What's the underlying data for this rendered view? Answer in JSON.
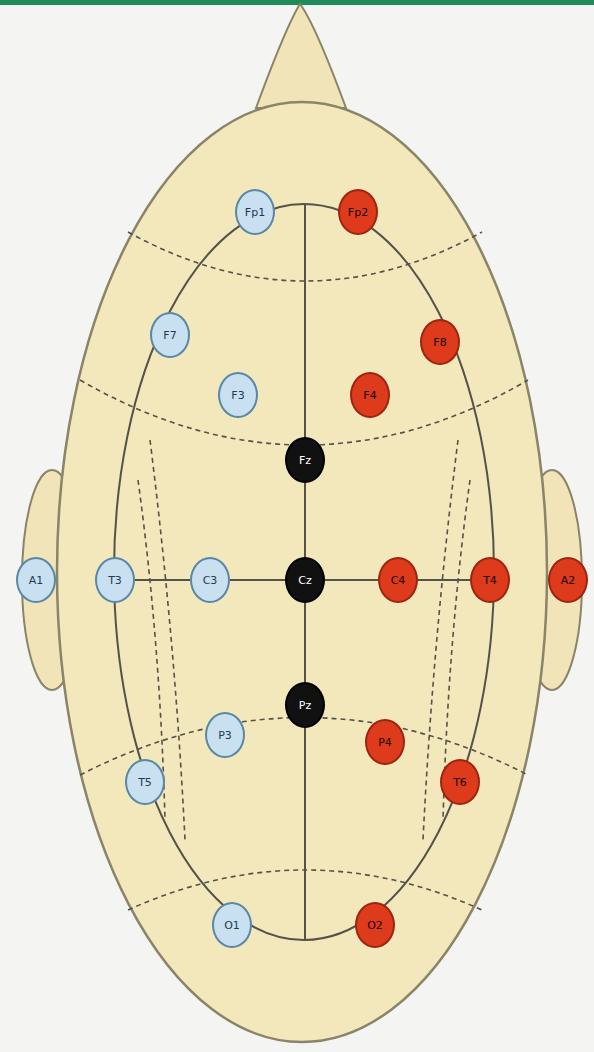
{
  "diagram": {
    "nodes": [
      {
        "text": [
          "Fp1"
        ]
      },
      {
        "text": [
          "Fp2"
        ]
      },
      {
        "text": [
          "F7"
        ]
      },
      {
        "text": [
          "F8"
        ]
      },
      {
        "text": [
          "F3"
        ]
      },
      {
        "text": [
          "F4"
        ]
      },
      {
        "text": [
          "Fz"
        ]
      },
      {
        "text": [
          "A1"
        ]
      },
      {
        "text": [
          "T3"
        ]
      },
      {
        "text": [
          "C3"
        ]
      },
      {
        "text": [
          "Cz"
        ]
      },
      {
        "text": [
          "C4"
        ]
      },
      {
        "text": [
          "T4"
        ]
      },
      {
        "text": [
          "A2"
        ]
      },
      {
        "text": [
          "Pz"
        ]
      },
      {
        "text": [
          "P3"
        ]
      },
      {
        "text": [
          "P4"
        ]
      },
      {
        "text": [
          "T5"
        ]
      },
      {
        "text": [
          "T6"
        ]
      },
      {
        "text": [
          "O1"
        ]
      },
      {
        "text": [
          "O2"
        ]
      }
    ],
    "edges": [
      {
        "from": 8,
        "to": 9,
        "arrow": "none"
      },
      {
        "from": 9,
        "to": 10,
        "arrow": "none"
      },
      {
        "from": 10,
        "to": 11,
        "arrow": "none"
      },
      {
        "from": 11,
        "to": 12,
        "arrow": "none"
      },
      {
        "from": 6,
        "to": 10,
        "arrow": "none"
      },
      {
        "from": 10,
        "to": 14,
        "arrow": "none"
      }
    ]
  }
}
